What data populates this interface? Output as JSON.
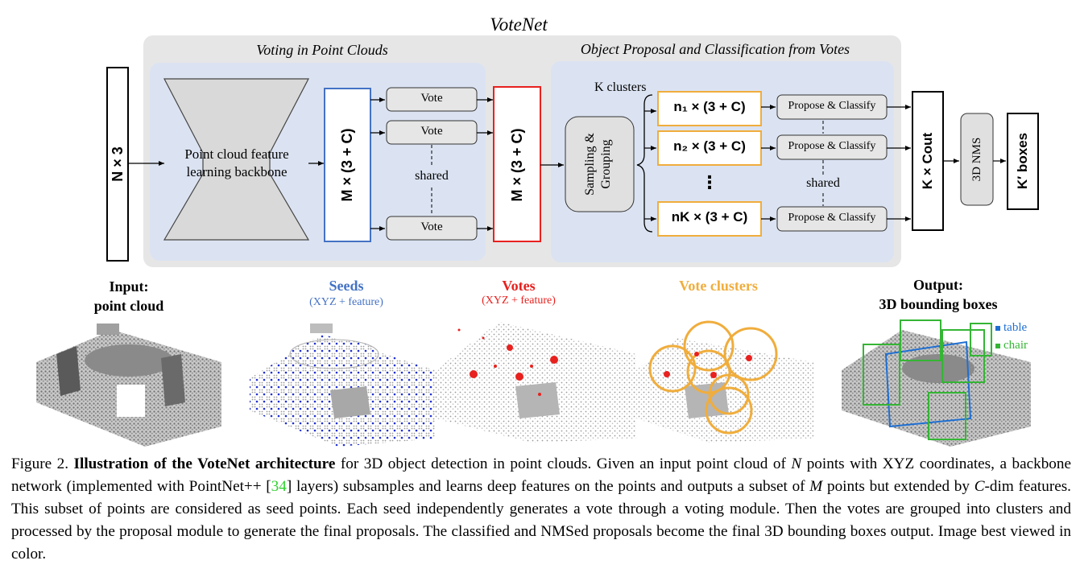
{
  "diagram": {
    "title": "VoteNet",
    "voting_section_title": "Voting in Point Clouds",
    "proposal_section_title": "Object Proposal and Classification from Votes",
    "input_tensor": "N × 3",
    "backbone_label_line1": "Point cloud feature",
    "backbone_label_line2": "learning backbone",
    "seeds_tensor": "M × (3 + C)",
    "vote_label": "Vote",
    "shared_label": "shared",
    "votes_tensor": "M × (3 + C)",
    "sampling_label_line1": "Sampling &",
    "sampling_label_line2": "Grouping",
    "k_clusters_label": "K clusters",
    "cluster_1": "n₁ × (3 + C)",
    "cluster_2": "n₂ × (3 + C)",
    "cluster_dots": "⋮",
    "cluster_k": "nK × (3 + C)",
    "propose_label": "Propose & Classify",
    "output_tensor": "K × Cout",
    "nms_label": "3D NMS",
    "boxes_label": "K′ boxes"
  },
  "panels": {
    "input_title_line1": "Input:",
    "input_title_line2": "point cloud",
    "seeds_title": "Seeds",
    "seeds_sub": "(XYZ + feature)",
    "votes_title": "Votes",
    "votes_sub": "(XYZ + feature)",
    "clusters_title": "Vote clusters",
    "output_title_line1": "Output:",
    "output_title_line2": "3D bounding boxes",
    "legend_table": "table",
    "legend_chair": "chair"
  },
  "colors": {
    "seeds": "#4472c4",
    "votes": "#e8211e",
    "clusters": "#f0ad3c",
    "table_box": "#1f6fd1",
    "chair_box": "#35b535",
    "panel_bg": "#e6e6e6",
    "section_bg": "#dbe3f2"
  },
  "caption": {
    "figure_label": "Figure 2.",
    "bold_title": "Illustration of the VoteNet architecture",
    "text_a": " for 3D object detection in point clouds. Given an input point cloud of ",
    "var_n": "N",
    "text_b": " points with XYZ coordinates, a backbone network (implemented with PointNet++ [",
    "cite": "34",
    "text_c": "] layers) subsamples and learns deep features on the points and outputs a subset of ",
    "var_m": "M",
    "text_d": " points but extended by ",
    "var_c": "C",
    "text_e": "-dim features. This subset of points are considered as seed points. Each seed independently generates a vote through a voting module. Then the votes are grouped into clusters and processed by the proposal module to generate the final proposals. The classified and NMSed proposals become the final 3D bounding boxes output. Image best viewed in color."
  }
}
